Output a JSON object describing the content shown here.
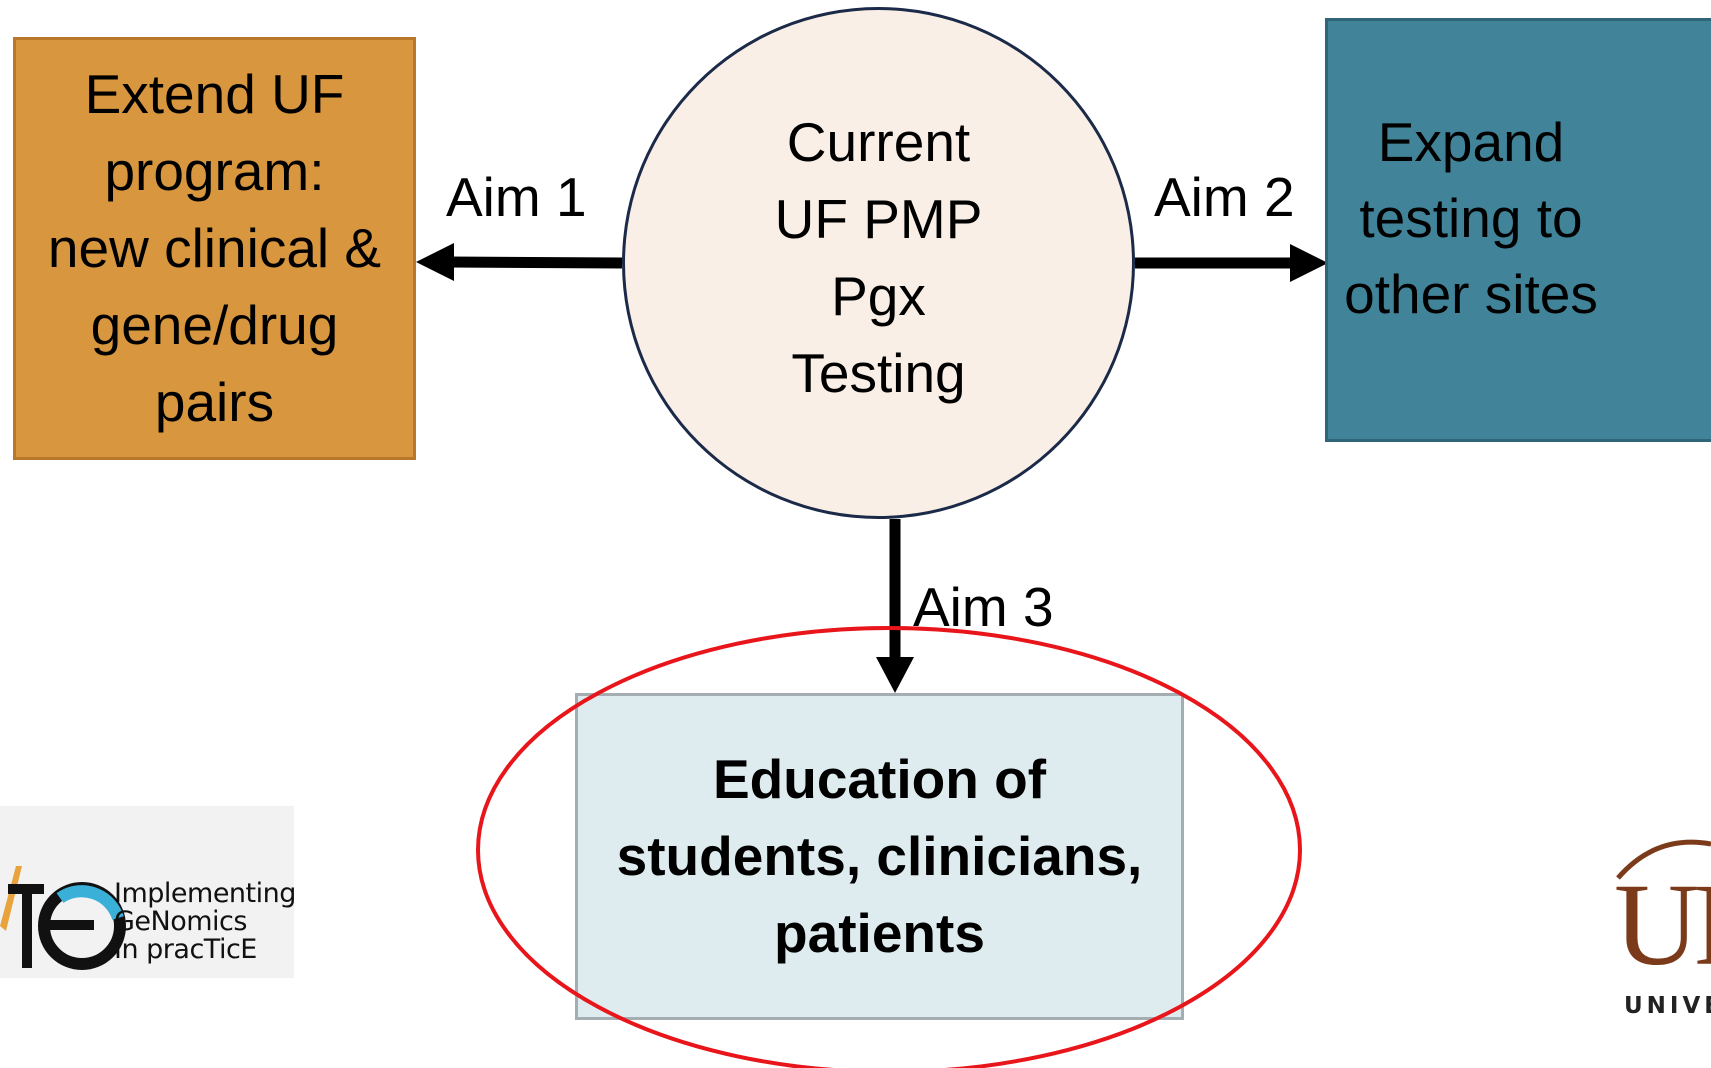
{
  "nodes": {
    "left": {
      "label": "Extend UF\nprogram:\nnew clinical &\ngene/drug\npairs",
      "fill": "#d8963e"
    },
    "center": {
      "label": "Current\nUF PMP\nPgx\nTesting",
      "fill": "#f9efe6"
    },
    "right": {
      "label": "Expand\ntesting to\nother sites",
      "fill": "#41849a"
    },
    "bottom": {
      "label": "Education of\nstudents, clinicians,\npatients",
      "fill": "#deecf0"
    }
  },
  "edges": {
    "aim1": {
      "label": "Aim 1",
      "from": "center",
      "to": "left"
    },
    "aim2": {
      "label": "Aim 2",
      "from": "center",
      "to": "right"
    },
    "aim3": {
      "label": "Aim 3",
      "from": "center",
      "to": "bottom"
    }
  },
  "highlight": {
    "shape": "ellipse",
    "color": "#e8151b",
    "target": "bottom"
  },
  "logos": {
    "left": {
      "text": "Implementing\nGeNomics\nIn pracTicE",
      "icon": "ignite-logo"
    },
    "right": {
      "mark": "UF",
      "word": "UNIVE",
      "icon": "university-seal"
    }
  }
}
